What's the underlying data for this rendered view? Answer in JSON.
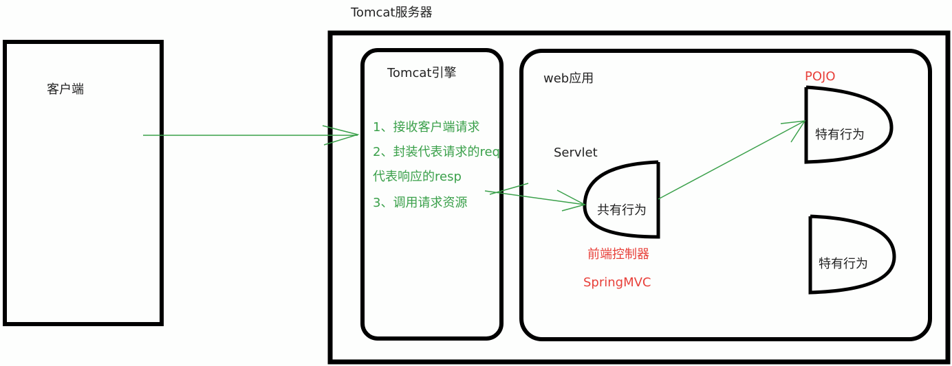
{
  "colors": {
    "stroke": "#000000",
    "arrow": "#3aa04a",
    "note": "#e8403a",
    "text": "#222222"
  },
  "client": {
    "label": "客户端"
  },
  "server": {
    "title": "Tomcat服务器"
  },
  "engine": {
    "title": "Tomcat引擎",
    "steps": [
      "1、接收客户端请求",
      "2、封装代表请求的req",
      "代表响应的resp",
      "3、调用请求资源"
    ]
  },
  "webapp": {
    "title": "web应用",
    "servlet": {
      "label": "Servlet",
      "shape_text": "共有行为",
      "note1": "前端控制器",
      "note2": "SpringMVC"
    },
    "pojo": {
      "label": "POJO",
      "shape_text": "特有行为"
    },
    "pojo2": {
      "shape_text": "特有行为"
    }
  }
}
